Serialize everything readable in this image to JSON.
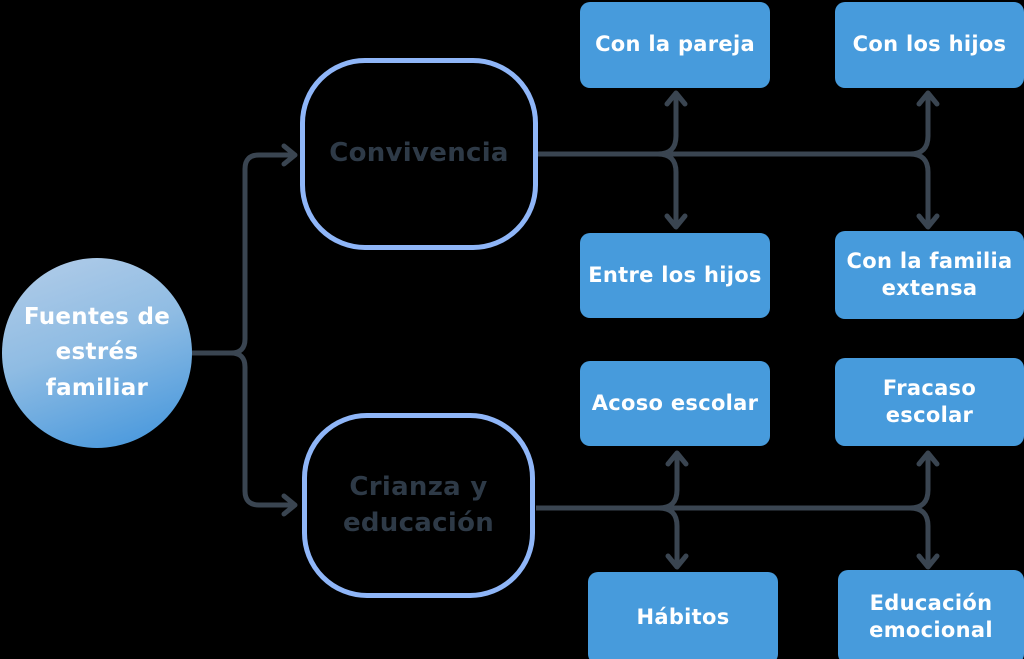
{
  "root": {
    "label": "Fuentes de\nestrés\nfamiliar"
  },
  "branches": [
    {
      "label": "Convivencia"
    },
    {
      "label": "Crianza y\neducación"
    }
  ],
  "leaves": [
    {
      "label": "Con la pareja"
    },
    {
      "label": "Con los hijos"
    },
    {
      "label": "Entre los hijos"
    },
    {
      "label": "Con la familia\nextensa"
    },
    {
      "label": "Acoso escolar"
    },
    {
      "label": "Fracaso\nescolar"
    },
    {
      "label": "Hábitos"
    },
    {
      "label": "Educación\nemocional"
    }
  ],
  "colors": {
    "background": "#000000",
    "leaf_fill": "#479BDC",
    "leaf_text": "#FFFFFF",
    "branch_border": "#8FB6F8",
    "branch_text": "#2E3A47",
    "connector": "#3A4551",
    "circle_gradient_top": "#AFCBE8",
    "circle_gradient_bottom": "#4295DC"
  }
}
